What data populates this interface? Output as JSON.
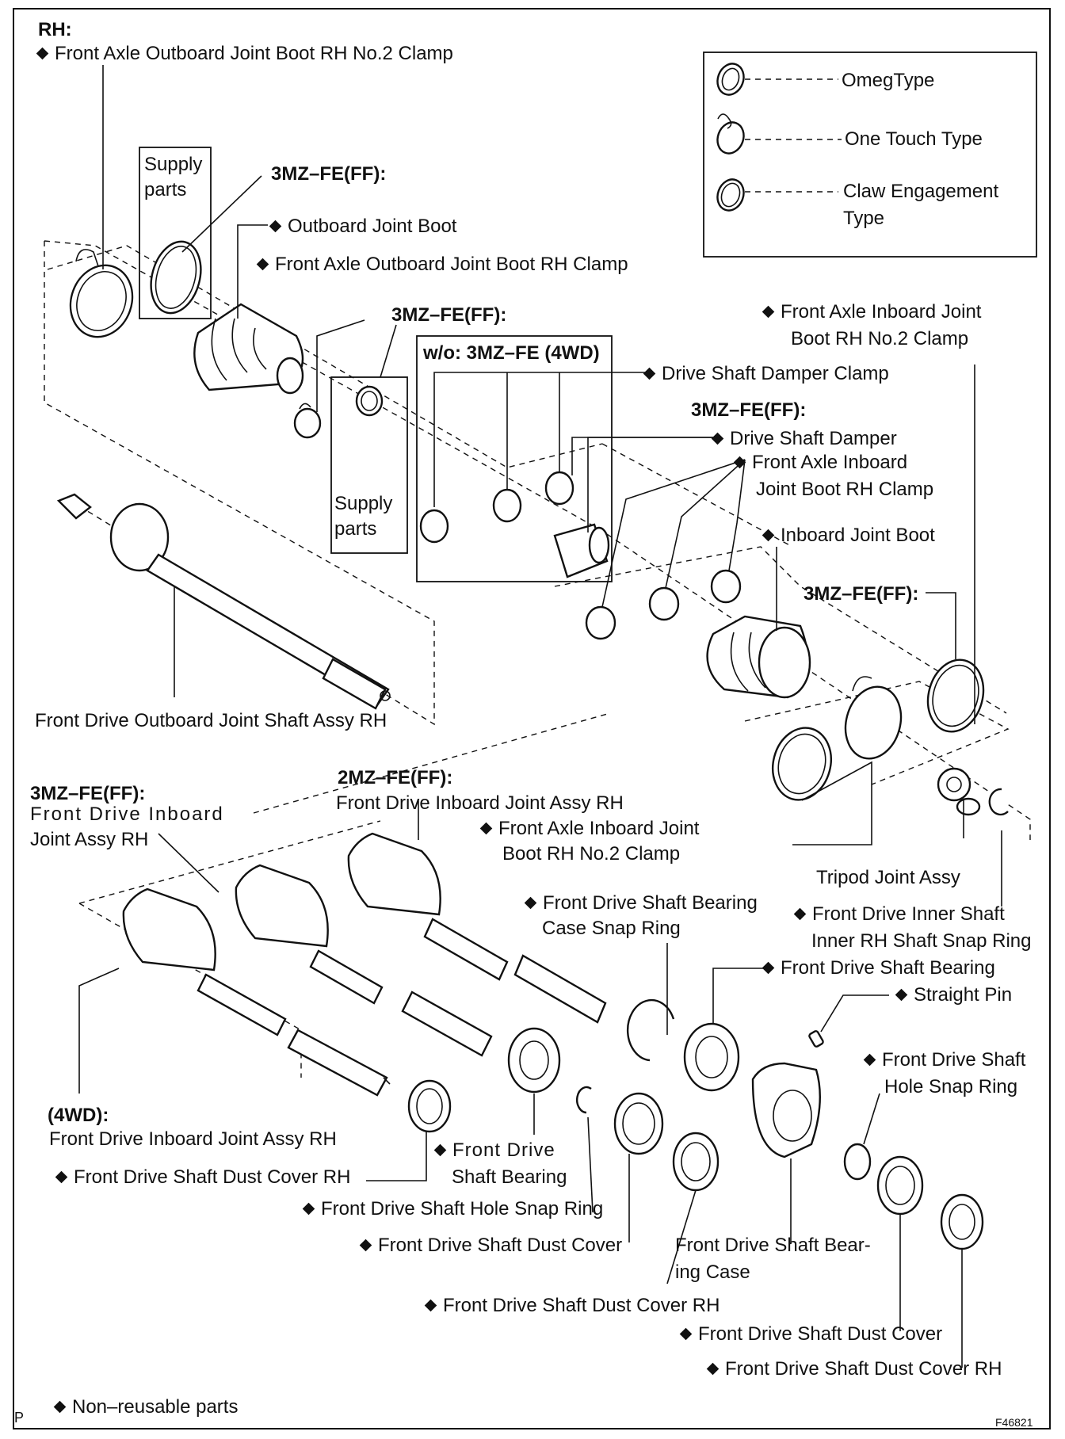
{
  "header": {
    "side": "RH:",
    "top_clamp": "Front Axle Outboard Joint Boot RH No.2 Clamp"
  },
  "legend": {
    "omega": "OmegType",
    "one_touch": "One Touch Type",
    "claw_1": "Claw Engagement",
    "claw_2": "Type"
  },
  "labels": {
    "supply_parts_1a": "Supply",
    "supply_parts_1b": "parts",
    "engine_3mz_ff_a": "3MZ–FE(FF):",
    "outboard_joint_boot": "Outboard Joint Boot",
    "outboard_boot_clamp": "Front Axle Outboard Joint Boot RH Clamp",
    "engine_3mz_ff_b": "3MZ–FE(FF):",
    "wo_3mz_4wd": "w/o: 3MZ–FE (4WD)",
    "drive_shaft_damper_clamp": "Drive Shaft Damper Clamp",
    "inboard_no2_clamp_a1": "Front Axle Inboard Joint",
    "inboard_no2_clamp_a2": "Boot RH No.2 Clamp",
    "engine_3mz_ff_c": "3MZ–FE(FF):",
    "drive_shaft_damper": "Drive Shaft Damper",
    "inboard_clamp_1": "Front Axle Inboard",
    "inboard_clamp_2": "Joint Boot RH Clamp",
    "supply_parts_2a": "Supply",
    "supply_parts_2b": "parts",
    "inboard_joint_boot": "Inboard Joint Boot",
    "engine_3mz_ff_d": "3MZ–FE(FF):",
    "outboard_shaft_assy": "Front Drive Outboard Joint Shaft Assy RH",
    "engine_2mz_ff": "2MZ–FE(FF):",
    "inboard_assy_2mz": "Front Drive Inboard Joint Assy RH",
    "inboard_no2_clamp_b1": "Front Axle Inboard Joint",
    "inboard_no2_clamp_b2": "Boot RH No.2 Clamp",
    "engine_3mz_ff_e": "3MZ–FE(FF):",
    "inboard_assy_3mz_1": "Front Drive Inboard",
    "inboard_assy_3mz_2": "Joint Assy RH",
    "tripod_joint_assy": "Tripod Joint Assy",
    "bearing_case_snap_ring_1": "Front Drive Shaft Bearing",
    "bearing_case_snap_ring_2": "Case Snap Ring",
    "inner_shaft_snap_ring_1": "Front Drive Inner Shaft",
    "inner_shaft_snap_ring_2": "Inner RH Shaft Snap Ring",
    "shaft_bearing_top": "Front Drive Shaft Bearing",
    "straight_pin": "Straight Pin",
    "hole_snap_ring_right_1": "Front Drive Shaft",
    "hole_snap_ring_right_2": "Hole Snap Ring",
    "engine_4wd": "(4WD):",
    "inboard_assy_4wd": "Front Drive Inboard Joint Assy RH",
    "shaft_bearing_mid_1": "Front  Drive",
    "shaft_bearing_mid_2": "Shaft Bearing",
    "dust_cover_rh_left": "Front Drive Shaft Dust Cover RH",
    "hole_snap_ring_mid": "Front Drive Shaft Hole Snap Ring",
    "dust_cover_mid": "Front Drive Shaft Dust Cover",
    "bearing_case_1": "Front Drive Shaft Bear-",
    "bearing_case_2": "ing Case",
    "dust_cover_rh_mid": "Front Drive Shaft Dust Cover RH",
    "dust_cover_right": "Front Drive Shaft Dust Cover",
    "dust_cover_rh_right": "Front Drive Shaft Dust Cover RH"
  },
  "footer": {
    "non_reusable": "Non–reusable parts",
    "corner_p": "P",
    "figure_id": "F46821"
  },
  "icons": {
    "non_reusable_marker": "diamond-icon"
  }
}
